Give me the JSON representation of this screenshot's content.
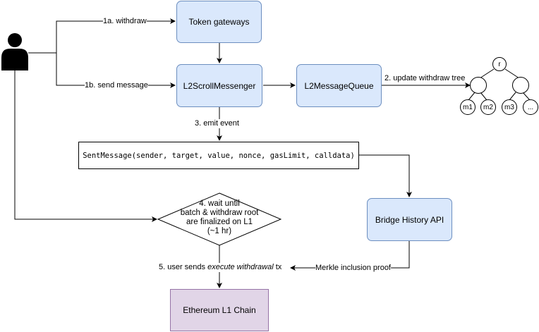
{
  "nodes": {
    "token_gateways": "Token gateways",
    "l2_scroll_messenger": "L2ScrollMessenger",
    "l2_message_queue": "L2MessageQueue",
    "sent_message": "SentMessage(sender, target, value, nonce, gasLimit, calldata)",
    "bridge_history_api": "Bridge History API",
    "ethereum_l1_chain": "Ethereum L1 Chain"
  },
  "decision": {
    "line1": "4. wait until",
    "line2": "batch & withdraw root",
    "line3": "are finalized on L1",
    "line4": "(~1 hr)"
  },
  "edges": {
    "withdraw": "1a. withdraw",
    "send_message": "1b. send message",
    "update_tree": "2. update withdraw tree",
    "emit_event": "3. emit event",
    "user_sends_prefix": "5. user sends ",
    "user_sends_italic": "execute withdrawal",
    "user_sends_suffix": " tx",
    "merkle_proof": "Merkle inclusion proof"
  },
  "tree": {
    "root": "r",
    "leaves": [
      "m1",
      "m2",
      "m3",
      "..."
    ]
  },
  "icons": {
    "user": "user-icon"
  },
  "colors": {
    "blue_fill": "#dae8fc",
    "blue_stroke": "#6c8ebf",
    "purple_fill": "#e1d5e7",
    "purple_stroke": "#9673a6"
  }
}
